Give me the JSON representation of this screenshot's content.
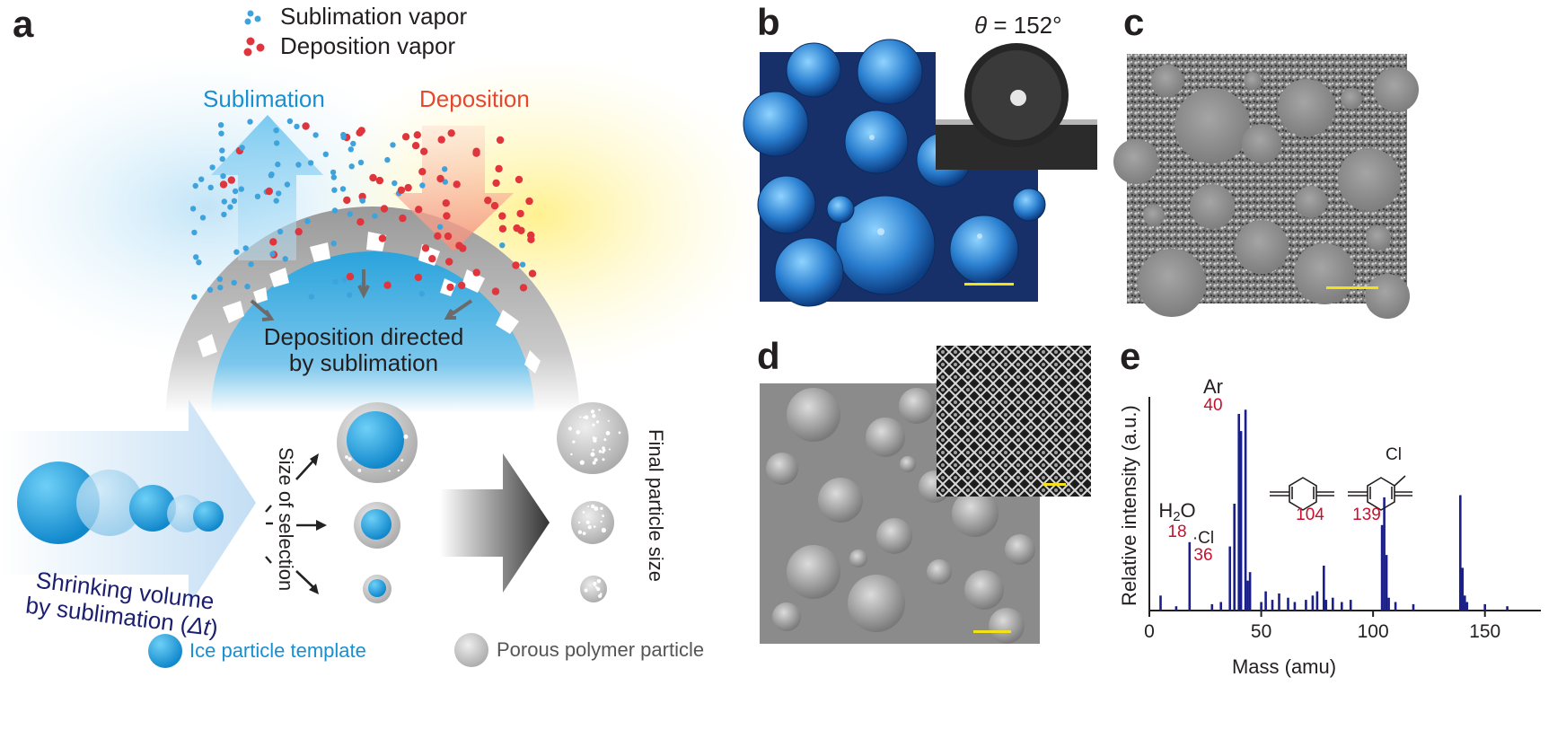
{
  "panel_labels": {
    "a": "a",
    "b": "b",
    "c": "c",
    "d": "d",
    "e": "e"
  },
  "panel_a": {
    "legend_sub_vapor": "Sublimation vapor",
    "legend_dep_vapor": "Deposition vapor",
    "sublimation": "Sublimation",
    "deposition": "Deposition",
    "directed_line1": "Deposition directed",
    "directed_line2": "by sublimation",
    "shrinking_line1": "Shrinking volume",
    "shrinking_line2_prefix": "by sublimation (",
    "delta_t": "Δt",
    "shrinking_line2_suffix": ")",
    "size_of_selection": "Size of selection",
    "final_particle_size": "Final particle size",
    "legend_ice": "Ice particle template",
    "legend_porous": "Porous polymer particle"
  },
  "panel_b": {
    "theta_symbol": "θ",
    "contact_angle": " = 152°"
  },
  "chart_data": {
    "type": "bar",
    "xlabel": "Mass (amu)",
    "ylabel": "Relative intensity (a.u.)",
    "xlim": [
      0,
      175
    ],
    "ylim": [
      0,
      1
    ],
    "xticks": [
      0,
      50,
      100,
      150
    ],
    "series": [
      {
        "peaks_x": [
          5,
          12,
          18,
          28,
          32,
          36,
          38,
          40,
          41,
          43,
          44,
          45,
          50,
          52,
          55,
          58,
          62,
          65,
          70,
          73,
          75,
          78,
          79,
          82,
          86,
          90,
          104,
          105,
          106,
          107,
          110,
          118,
          139,
          140,
          141,
          142,
          150,
          160
        ],
        "peaks_y": [
          0.07,
          0.02,
          0.32,
          0.03,
          0.04,
          0.3,
          0.5,
          0.92,
          0.84,
          0.94,
          0.14,
          0.18,
          0.04,
          0.09,
          0.05,
          0.08,
          0.06,
          0.04,
          0.05,
          0.07,
          0.09,
          0.21,
          0.05,
          0.06,
          0.04,
          0.05,
          0.4,
          0.53,
          0.26,
          0.06,
          0.04,
          0.03,
          0.54,
          0.2,
          0.07,
          0.04,
          0.03,
          0.02
        ]
      }
    ],
    "annotations": [
      {
        "label": "Ar",
        "value": "40"
      },
      {
        "label": "H2O",
        "label_main": "H",
        "label_sub": "2",
        "label_end": "O",
        "value": "18"
      },
      {
        "label": "·Cl",
        "value": "36"
      },
      {
        "value": "104"
      },
      {
        "label": "Cl",
        "value": "139"
      }
    ]
  }
}
